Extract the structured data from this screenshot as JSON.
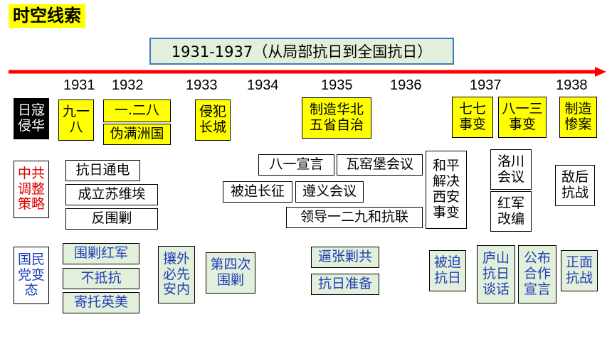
{
  "title": "时空线索",
  "period": "1931-1937（从局部抗日到全国抗日）",
  "colors": {
    "arrow": "#ff0000",
    "yellow": "#ffff00",
    "green": "#e2efda",
    "blue": "#1f3fb8",
    "red": "#e00000"
  },
  "years": [
    "1931",
    "1932",
    "1933",
    "1934",
    "1935",
    "1936",
    "1937",
    "1938"
  ],
  "rows": {
    "japan": "日寇\n侵华",
    "ccp": "中共\n调整\n策略",
    "kmt": "国民\n党变\n态"
  },
  "japan_events": {
    "e1": "九一\n八",
    "e2": "一.二八",
    "e3": "伪满洲国",
    "e4": "侵犯\n长城",
    "e5": "制造华北\n五省自治",
    "e6": "七七\n事变",
    "e7": "八一三\n事变",
    "e8": "制造\n惨案"
  },
  "ccp_events": {
    "c1": "抗日通电",
    "c2": "成立苏维埃",
    "c3": "反围剿",
    "c4": "八一宣言",
    "c5": "瓦窑堡会议",
    "c6": "被迫长征",
    "c7": "遵义会议",
    "c8": "领导一二九和抗联",
    "c9": "和平\n解决\n西安\n事变",
    "c10": "洛川\n会议",
    "c11": "红军\n改编",
    "c12": "敌后\n抗战"
  },
  "kmt_events": {
    "k1": "围剿红军",
    "k2": "不抵抗",
    "k3": "寄托英美",
    "k4": "攘外\n必先\n安内",
    "k5": "第四次\n围剿",
    "k6": "逼张剿共",
    "k7": "抗日准备",
    "k8": "被迫\n抗日",
    "k9": "庐山\n抗日\n谈话",
    "k10": "公布\n合作\n宣言",
    "k11": "正面\n抗战"
  }
}
